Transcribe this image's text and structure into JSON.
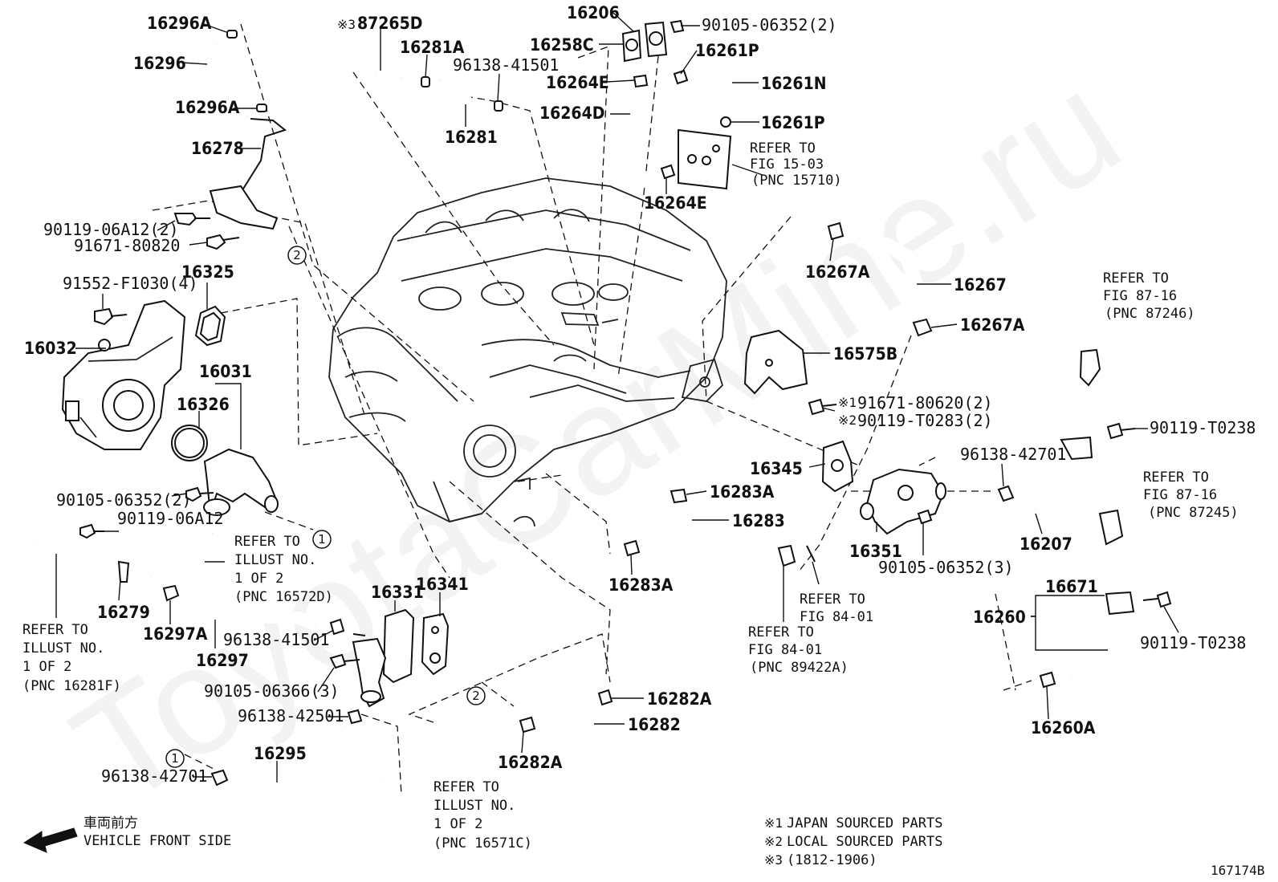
{
  "watermark": "ToyotaCarMine.ru",
  "diagram_id": "167174B",
  "front_side": {
    "jp": "車両前方",
    "en": "VEHICLE FRONT SIDE"
  },
  "notes": [
    {
      "mark": "※1",
      "text": "JAPAN SOURCED PARTS"
    },
    {
      "mark": "※2",
      "text": "LOCAL SOURCED PARTS"
    },
    {
      "mark": "※3",
      "text": "(1812-1906)"
    }
  ],
  "callouts": {
    "p16296A_top": "16296A",
    "p16296": "16296",
    "p16296A_mid": "16296A",
    "p16278": "16278",
    "p90119_06A12_2": "90119-06A12(2)",
    "p91671_80820": "91671-80820",
    "p91552_F1030_4": "91552-F1030(4)",
    "p16325": "16325",
    "p16032": "16032",
    "p16031": "16031",
    "p16326": "16326",
    "p90105_06352_2_left": "90105-06352(2)",
    "p90119_06A12": "90119-06A12",
    "p16279": "16279",
    "p16297A": "16297A",
    "p16297": "16297",
    "p96138_41501_low": "96138-41501",
    "p90105_06366_3": "90105-06366(3)",
    "p96138_42501": "96138-42501",
    "p96138_42701_left": "96138-42701",
    "p16295": "16295",
    "p16331": "16331",
    "p16341": "16341",
    "p87265D": "87265D",
    "p87265D_mark": "※3",
    "p16281A": "16281A",
    "p96138_41501_top": "96138-41501",
    "p16281": "16281",
    "p16206": "16206",
    "p16258C": "16258C",
    "p90105_06352_2_top": "90105-06352(2)",
    "p16261P_top": "16261P",
    "p16264E_top": "16264E",
    "p16261N": "16261N",
    "p16264D": "16264D",
    "p16261P_mid": "16261P",
    "p16264E_low": "16264E",
    "p16267A_top": "16267A",
    "p16267": "16267",
    "p16267A_low": "16267A",
    "p16575B": "16575B",
    "p91671_80620_2": "91671-80620(2)",
    "p91671_80620_2_mark": "※1",
    "p90119_T0283_2": "90119-T0283(2)",
    "p90119_T0283_2_mark": "※2",
    "p16345": "16345",
    "p16283A_top": "16283A",
    "p16283": "16283",
    "p16283A_low": "16283A",
    "p16351": "16351",
    "p90105_06352_3": "90105-06352(3)",
    "p96138_42701_right": "96138-42701",
    "p16207": "16207",
    "p90119_T0238_top": "90119-T0238",
    "p16671": "16671",
    "p16260": "16260",
    "p90119_T0238_low": "90119-T0238",
    "p16260A": "16260A",
    "p16282A_right": "16282A",
    "p16282": "16282",
    "p16282A_low": "16282A"
  },
  "references": {
    "fig15_03": [
      "REFER TO",
      "FIG 15-03",
      "(PNC 15710)"
    ],
    "fig87_16_a": [
      "REFER TO",
      "FIG 87-16",
      "(PNC 87246)"
    ],
    "fig87_16_b": [
      "REFER TO",
      "FIG 87-16",
      "(PNC 87245)"
    ],
    "fig84_01_a": [
      "REFER TO",
      "FIG 84-01"
    ],
    "fig84_01_b": [
      "REFER TO",
      "FIG 84-01",
      "(PNC 89422A)"
    ],
    "illust_16572D": [
      "REFER TO",
      "ILLUST NO.",
      "1 OF 2",
      "(PNC 16572D)"
    ],
    "illust_16281F": [
      "REFER TO",
      "ILLUST NO.",
      "1 OF 2",
      "(PNC 16281F)"
    ],
    "illust_16571C": [
      "REFER TO",
      "ILLUST NO.",
      "1 OF 2",
      "(PNC 16571C)"
    ]
  },
  "circle_markers": {
    "c2_top": "2",
    "c1_right": "1",
    "c2_low": "2",
    "c1_low": "1"
  }
}
